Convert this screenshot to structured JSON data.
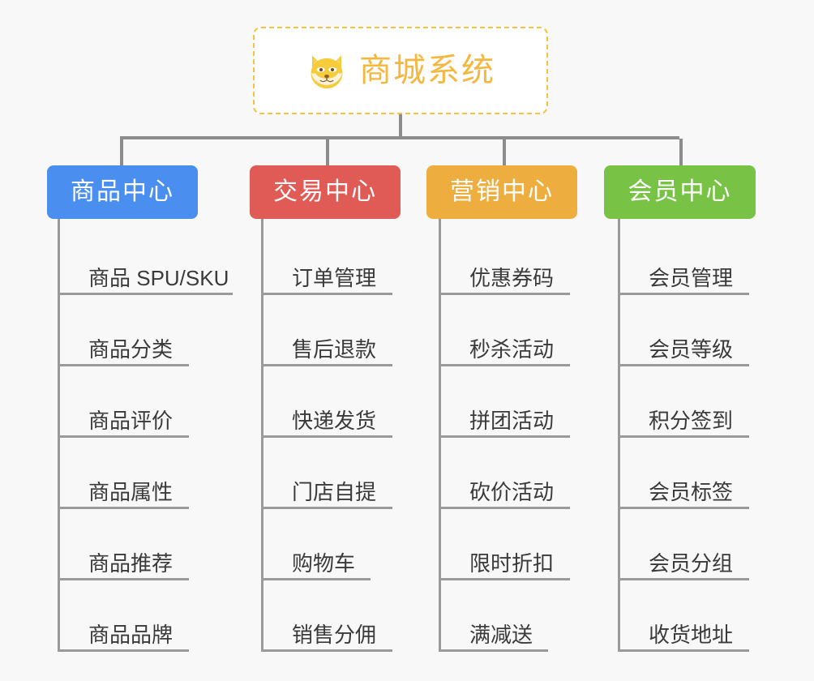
{
  "background_color": "#f8f8f8",
  "connector_color": "#8c8c8c",
  "root": {
    "title": "商城系统",
    "icon": "shiba-dog-face-emoji",
    "text_color": "#f4b73f",
    "border_color": "#f5c242",
    "background_color": "#ffffff"
  },
  "chart_data": {
    "type": "tree",
    "title": "商城系统",
    "root_label": "商城系统",
    "levels": 3,
    "branch_count": 4,
    "leaves_per_branch": 6,
    "branches": [
      {
        "label": "商品中心",
        "color": "#4a8ef0",
        "leaves": [
          "商品 SPU/SKU",
          "商品分类",
          "商品评价",
          "商品属性",
          "商品推荐",
          "商品品牌"
        ]
      },
      {
        "label": "交易中心",
        "color": "#e15b56",
        "leaves": [
          "订单管理",
          "售后退款",
          "快递发货",
          "门店自提",
          "购物车",
          "销售分佣"
        ]
      },
      {
        "label": "营销中心",
        "color": "#eeae3f",
        "leaves": [
          "优惠券码",
          "秒杀活动",
          "拼团活动",
          "砍价活动",
          "限时折扣",
          "满减送"
        ]
      },
      {
        "label": "会员中心",
        "color": "#78c246",
        "leaves": [
          "会员管理",
          "会员等级",
          "积分签到",
          "会员标签",
          "会员分组",
          "收货地址"
        ]
      }
    ]
  }
}
